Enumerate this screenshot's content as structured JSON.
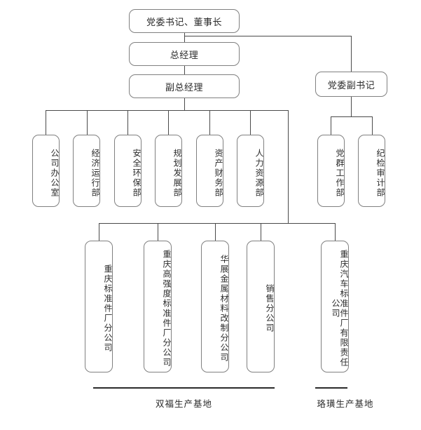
{
  "diagram": {
    "kind": "organization-chart",
    "orientation": "top-down",
    "language": "zh-CN",
    "line_color": "#4a4a4a",
    "box_border_color": "#808080",
    "text_color": "#2b2b2b",
    "background": "#ffffff"
  },
  "levels": {
    "level1": {
      "label": "党委书记、董事长"
    },
    "level2": {
      "label": "总经理"
    },
    "level3": {
      "label": "副总经理"
    },
    "party_deputy": {
      "label": "党委副书记"
    }
  },
  "departments": [
    {
      "label": "公司办公室"
    },
    {
      "label": "经济运行部"
    },
    {
      "label": "安全环保部"
    },
    {
      "label": "规划发展部"
    },
    {
      "label": "资产财务部"
    },
    {
      "label": "人力资源部"
    }
  ],
  "party_departments": [
    {
      "label": "党群工作部"
    },
    {
      "label": "纪检审计部"
    }
  ],
  "subsidiaries": [
    {
      "label": "重庆标准件厂分公司"
    },
    {
      "label": "重庆高强度标准件厂分公司"
    },
    {
      "label": "华展金属材料改制分公司"
    },
    {
      "label": "销售分公司"
    },
    {
      "label": "重庆汽车标准件厂有限责任公司"
    }
  ],
  "bases": [
    {
      "label": "双福生产基地"
    },
    {
      "label": "珞璜生产基地"
    }
  ]
}
